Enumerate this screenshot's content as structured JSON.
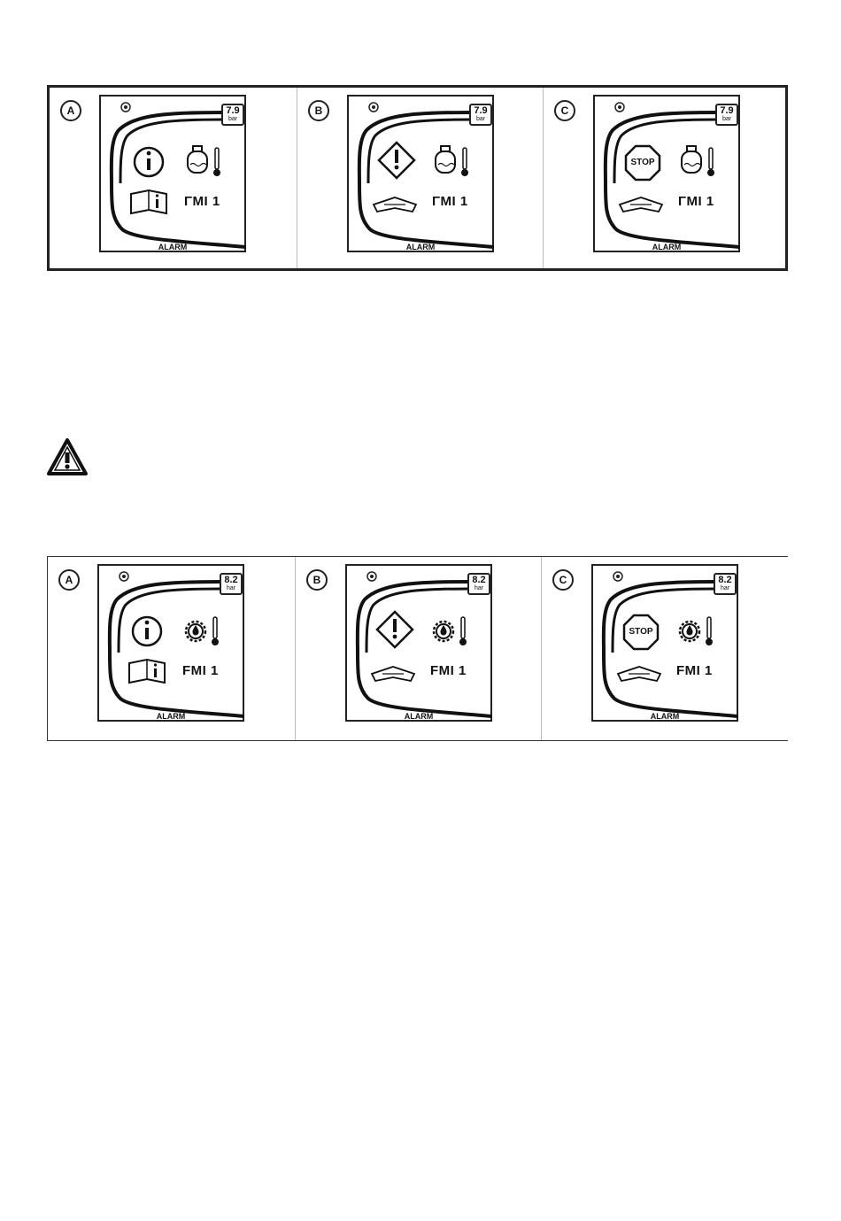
{
  "figure_1": {
    "panels": [
      {
        "label": "A",
        "severity": "info-icon",
        "gauge": "7.9",
        "unit": "bar",
        "fault": "ΓMI 1",
        "status": "ALARM",
        "subsystem": "coolant-temperature"
      },
      {
        "label": "B",
        "severity": "warning-diamond-icon",
        "gauge": "7.9",
        "unit": "bar",
        "fault": "ΓMI 1",
        "status": "ALARM",
        "subsystem": "coolant-temperature"
      },
      {
        "label": "C",
        "severity": "stop-sign-icon",
        "stop_text": "STOP",
        "gauge": "7.9",
        "unit": "bar",
        "fault": "ΓMI 1",
        "status": "ALARM",
        "subsystem": "coolant-temperature"
      }
    ]
  },
  "warning_symbol": "warning-triangle-icon",
  "figure_2": {
    "panels": [
      {
        "label": "A",
        "severity": "info-icon",
        "gauge": "8.2",
        "unit": "har",
        "fault": "FMI 1",
        "status": "ALARM",
        "subsystem": "oil-temperature"
      },
      {
        "label": "B",
        "severity": "warning-diamond-icon",
        "gauge": "8.2",
        "unit": "har",
        "fault": "FMI 1",
        "status": "ALARM",
        "subsystem": "oil-temperature"
      },
      {
        "label": "C",
        "severity": "stop-sign-icon",
        "stop_text": "STOP",
        "gauge": "8.2",
        "unit": "har",
        "fault": "FMI 1",
        "status": "ALARM",
        "subsystem": "oil-temperature"
      }
    ]
  }
}
